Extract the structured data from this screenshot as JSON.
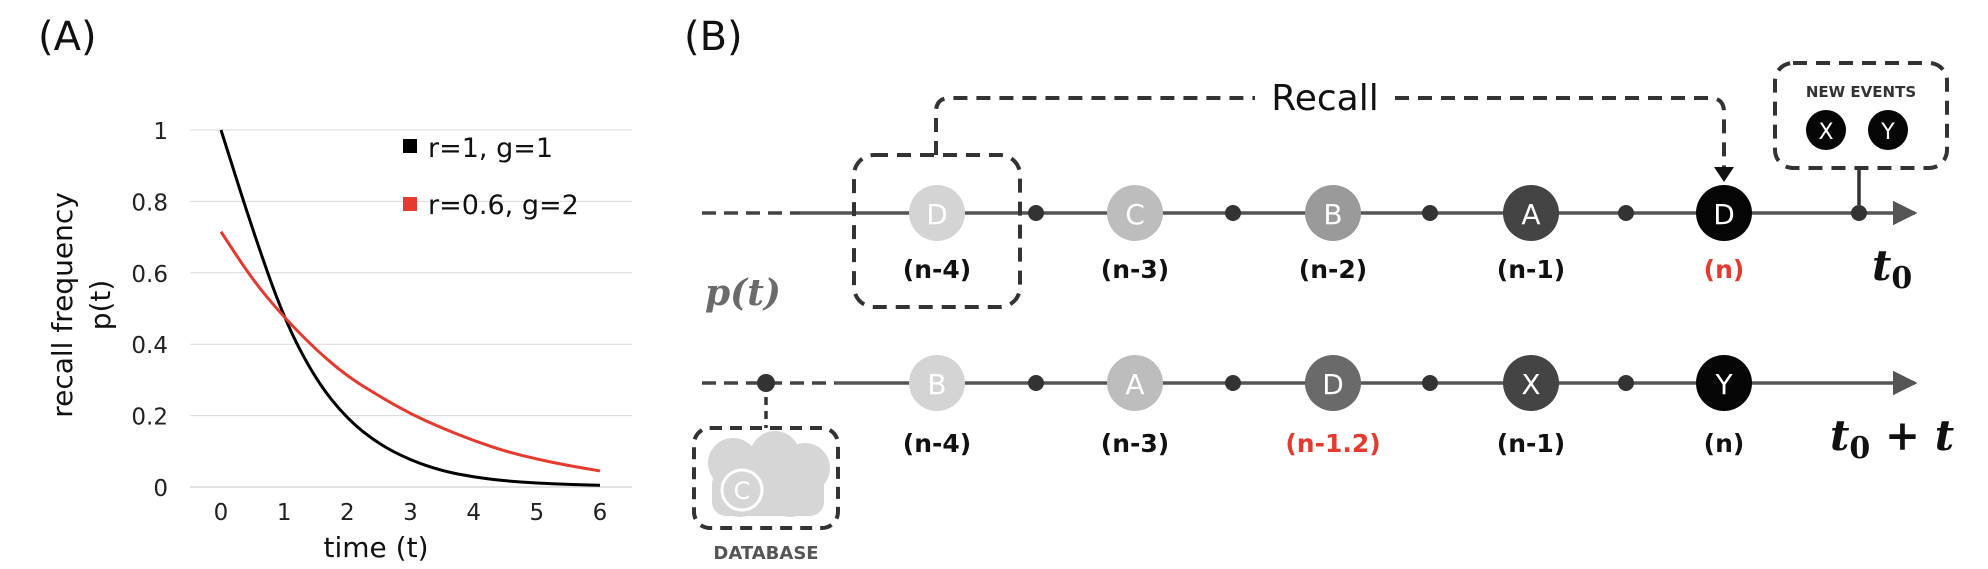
{
  "panel_a": {
    "label": "(A)",
    "xlabel": "time (t)",
    "ylabel": "recall frequency",
    "ylabel2": "p(t)",
    "legend": [
      "r=1, g=1",
      "r=0.6, g=2"
    ],
    "colors": {
      "black": "#000000",
      "red": "#e53a2f",
      "grid": "#d9d9d9"
    },
    "chart_data": {
      "type": "line",
      "x_ticks": [
        "0",
        "1",
        "2",
        "3",
        "4",
        "5",
        "6"
      ],
      "y_ticks": [
        "0",
        "0.2",
        "0.4",
        "0.6",
        "0.8",
        "1"
      ],
      "xlim": [
        0,
        6
      ],
      "ylim": [
        0,
        1
      ],
      "xlabel": "time (t)",
      "ylabel": "recall frequency p(t)",
      "legend_position": "top-right",
      "grid": "horizontal",
      "series": [
        {
          "name": "r=1, g=1",
          "color": "#000000",
          "x": [
            0,
            0.5,
            1,
            1.5,
            2,
            2.5,
            3,
            3.5,
            4,
            4.5,
            5,
            5.5,
            6
          ],
          "y": [
            1.0,
            0.72,
            0.47,
            0.3,
            0.19,
            0.12,
            0.075,
            0.045,
            0.028,
            0.017,
            0.011,
            0.007,
            0.005
          ]
        },
        {
          "name": "r=0.6, g=2",
          "color": "#e53a2f",
          "x": [
            0,
            0.5,
            1,
            1.5,
            2,
            2.5,
            3,
            3.5,
            4,
            4.5,
            5,
            5.5,
            6
          ],
          "y": [
            0.715,
            0.58,
            0.475,
            0.385,
            0.31,
            0.255,
            0.205,
            0.165,
            0.13,
            0.1,
            0.078,
            0.06,
            0.045
          ]
        }
      ]
    }
  },
  "panel_b": {
    "label": "(B)",
    "recall_label": "Recall",
    "new_events_label": "NEW EVENTS",
    "new_events": [
      "X",
      "Y"
    ],
    "database_label": "DATABASE",
    "database_item": "C",
    "pt_label": "p(t)",
    "t0_label": "t",
    "t0_sub": "0",
    "t0t_label": "t",
    "t0t_sub": "0",
    "t0t_suffix": " + t",
    "top_row": [
      {
        "letter": "D",
        "index": "(n-4)",
        "fill": "#d4d4d4",
        "index_color": "#111111"
      },
      {
        "letter": "C",
        "index": "(n-3)",
        "fill": "#bdbdbd",
        "index_color": "#111111"
      },
      {
        "letter": "B",
        "index": "(n-2)",
        "fill": "#9a9a9a",
        "index_color": "#111111"
      },
      {
        "letter": "A",
        "index": "(n-1)",
        "fill": "#444444",
        "index_color": "#111111"
      },
      {
        "letter": "D",
        "index": "(n)",
        "fill": "#050505",
        "index_color": "#e53a2f"
      }
    ],
    "bottom_row": [
      {
        "letter": "B",
        "index": "(n-4)",
        "fill": "#d4d4d4",
        "index_color": "#111111"
      },
      {
        "letter": "A",
        "index": "(n-3)",
        "fill": "#bdbdbd",
        "index_color": "#111111"
      },
      {
        "letter": "D",
        "index": "(n-1.2)",
        "fill": "#6a6a6a",
        "index_color": "#e53a2f"
      },
      {
        "letter": "X",
        "index": "(n-1)",
        "fill": "#444444",
        "index_color": "#111111"
      },
      {
        "letter": "Y",
        "index": "(n)",
        "fill": "#050505",
        "index_color": "#111111"
      }
    ]
  }
}
